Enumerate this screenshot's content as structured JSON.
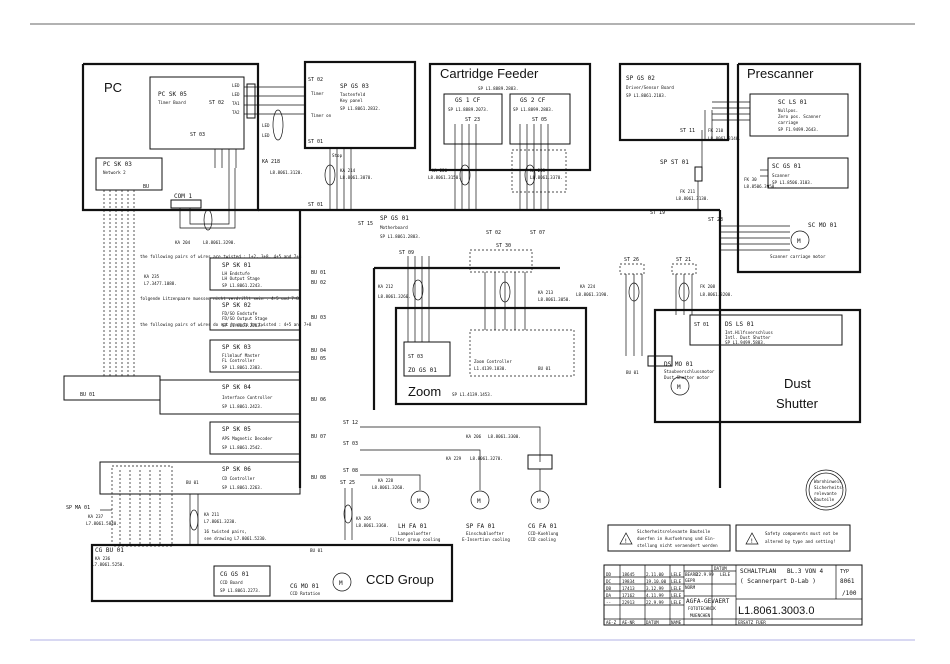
{
  "pc": {
    "title": "PC",
    "sk05_name": "PC SK 05",
    "sk05_desc": "Timer Board",
    "sk03_name": "PC SK 03",
    "sk03_desc": "Network 2",
    "st02": "ST 02",
    "st03": "ST 03",
    "bu": "BU",
    "com1": "COM 1",
    "ka204": "KA 204",
    "ka204_part": "L8.8061.3290.",
    "pins": [
      "LED",
      "LED",
      "TA1",
      "TA2"
    ]
  },
  "sp_gs03": {
    "name": "SP GS 03",
    "st02": "ST 02",
    "desc1": "Tastenfeld",
    "desc2": "Key panel",
    "sp": "SP L1.8061.2832.",
    "timer": "Timer",
    "timer_on": "Timer on",
    "st01": "ST 01",
    "stop": "Stop",
    "ka218": "KA 218",
    "ka218_part": "L8.8061.3120."
  },
  "cartridge": {
    "title": "Cartridge Feeder",
    "sp": "SP L1.8889.2883.",
    "gs1_name": "GS 1 CF",
    "gs1_sp": "SP L1.8889.2073.",
    "gs2_name": "GS 2 CF",
    "gs2_sp": "SP L1.8899.2883.",
    "st23": "ST 23",
    "st05": "ST 05"
  },
  "sp_gs02": {
    "name": "SP GS 02",
    "desc": "Driver/Sensor Board",
    "sp": "SP L1.8061.2103.",
    "st11": "ST 11"
  },
  "prescanner": {
    "title": "Prescanner",
    "sc_ls01": "SC LS 01",
    "ls_desc1": "Nullpos.",
    "ls_desc2": "Zero pos. Scanner",
    "ls_desc3": "carriage",
    "ls_sp": "SP F1.9499.2643.",
    "sc_gs01": "SC GS 01",
    "gs_desc": "Scanner",
    "gs_sp": "SP L1.8506.3103.",
    "sc_mo01": "SC MO 01",
    "mo_desc": "Scanner carriage motor",
    "fk210": "FK 210",
    "fk210_part": "L8.8061.3140.",
    "fk30": "FK 30",
    "fk30_part": "L8.8506.3950."
  },
  "main": {
    "sp_gs01": "SP GS 01",
    "desc": "Motherboard",
    "sp": "SP L1.8061.2803.",
    "st01": "ST 01",
    "st15": "ST 15",
    "st02": "ST 02",
    "st07": "ST 07",
    "st23": "ST 23",
    "st19": "ST 19",
    "ka214": "KA 214",
    "ka214_part": "L8.8061.3070.",
    "ka220": "KA 220",
    "ka220_part": "L8.8061.3150.",
    "ka203": "KA 203",
    "ka203_part": "L8.8061.3370.",
    "sp_st01": "SP ST 01",
    "fk211": "FK 211",
    "fk211_part": "L8.8061.3130."
  },
  "notes": {
    "ka235": "KA 235",
    "ka235_part": "L7.3477.1088.",
    "en1": "the following pairs of wires are twisted : 1+2, 3+8, 4+5 and 7+8",
    "de1": "folgende Litzenpaare muessen nicht verdrillt sein : 4+5 und 7+8",
    "en2": "the following pairs of wires do not have to be twisted : 4+5 and 7+8"
  },
  "sk_boxes": [
    {
      "name": "SP SK 01",
      "d1": "LH Endstufe",
      "d2": "LH Output Stage",
      "sp": "SP L1.8061.2243."
    },
    {
      "name": "SP SK 02",
      "d1": "FD/SO Endstufe",
      "d2": "FD/SO Output Stage",
      "sp": "SP L1.8061.2203."
    },
    {
      "name": "SP SK 03",
      "d1": "Filmlauf Master",
      "d2": "FL Controller",
      "sp": "SP L1.8061.2303."
    },
    {
      "name": "SP SK 04",
      "d1": "Interface Controller",
      "d2": "",
      "sp": "SP L1.8061.2423."
    },
    {
      "name": "SP SK 05",
      "d1": "APS Magnetic Decoder",
      "d2": "",
      "sp": "SP L1.8061.2542."
    },
    {
      "name": "SP SK 06",
      "d1": "CD Controller",
      "d2": "",
      "sp": "SP L1.8061.2263."
    }
  ],
  "bu_labels": [
    "BU 01",
    "BU 02",
    "BU 03",
    "BU 04",
    "BU 05",
    "BU 06",
    "BU 07",
    "BU 08"
  ],
  "bu01_left": "BU 01",
  "zoom": {
    "title": "Zoom",
    "name": "ZO GS 01",
    "st03": "ST 03",
    "ctrl1": "Zoom Controller",
    "ctrl_sp": "L1.4139.1830.",
    "bu01": "BU 01",
    "sp": "SP L1.4139.1453.",
    "st09": "ST 09",
    "st30": "ST 30",
    "ka212": "KA 212",
    "ka212_part": "L8.8061.3260.",
    "ka213": "KA 213",
    "ka213_part": "L8.8061.3050."
  },
  "dust": {
    "title1": "Dust",
    "title2": "Shutter",
    "ds_ls01": "DS LS 01",
    "ls_d1": "Int.Hilfsverschluss",
    "ls_d2": "Intl. Dust Shutter",
    "ls_sp": "SP L1.9499.5883.",
    "st01": "ST 01",
    "ds_mo01": "DS MO 01",
    "mo_d1": "Staubverschlussmotor",
    "mo_d2": "Dust Shutter motor",
    "st26": "ST 26",
    "st21": "ST 21",
    "ka224": "KA 224",
    "ka224_part": "L8.8061.3190.",
    "fk208": "FK 208",
    "fk208_part": "L8.8061.3200.",
    "bu01": "BU 01"
  },
  "fans": {
    "st12": "ST 12",
    "st03": "ST 03",
    "st08": "ST 08",
    "st25": "ST 25",
    "ka206": "KA 206",
    "ka206_part": "L8.8061.3300.",
    "ka229": "KA 229",
    "ka229_part": "L8.8061.3270.",
    "ka228": "KA 228",
    "ka228_part": "L8.8061.3260.",
    "ka205": "KA 205",
    "ka205_part": "L8.8061.3360.",
    "lh": {
      "name": "LH FA 01",
      "d1": "Lampenluefter",
      "d2": "Filter group cooling"
    },
    "sp": {
      "name": "SP FA 01",
      "d1": "Einschubluefter",
      "d2": "E-Insertion cooling"
    },
    "cg": {
      "name": "CG FA 01",
      "d1": "CCD-Kuehlung",
      "d2": "CCD cooling"
    }
  },
  "ccd": {
    "title": "CCD Group",
    "cg_bu01": "CG BU 01",
    "ka236": "KA 236",
    "ka236_part": "L7.8061.5250.",
    "cg_gs01": "CG GS 01",
    "gs_desc": "CCD Board",
    "gs_sp": "SP L1.8061.2273.",
    "cg_mo01": "CG MO 01",
    "mo_desc": "CCD Rotation",
    "sp_ma01": "SP MA 01",
    "ka237": "KA 237",
    "ka237_part": "L7.8061.5840.",
    "ka211": "KA 211",
    "ka211_part": "L7.8061.3230.",
    "twisted": "16 twisted pairs,",
    "see_drawing": "see drawing L7.8061.5230.",
    "bu01a": "BU 01",
    "bu01b": "BU 01"
  },
  "warnings": {
    "de1": "Sicherheitsrelevante Bauteile",
    "de2": "duerfen in Ausfuehrung und Ein-",
    "de3": "stellung nicht veraendert werden",
    "en1": "Safety components must not be",
    "en2": "altered by type and setting!"
  },
  "title_block": {
    "doc": "SCHALTPLAN",
    "sheet": "BL.3 VON 4",
    "subtitle": "( Scannerpart D-Lab )",
    "typ": "TYP",
    "typ_val": "8061",
    "typ_sub": "/100",
    "company": "AGFA-GEVAERT",
    "dept": "FOTOTECHNIK",
    "city": "MUENCHEN",
    "drawing_no": "L1.8061.3003.0",
    "ersatz": "ERSATZ FUER",
    "col_datum": "DATUM",
    "col_name": "NAME",
    "foot_aez": "AE-Z",
    "foot_aenr": "AE-NR",
    "foot_datum": "DATUM",
    "foot_name": "NAME",
    "rows": [
      [
        "DD",
        "18645",
        "2.11.00",
        "LELE"
      ],
      [
        "DC",
        "19834",
        "19.10.00",
        "LELE"
      ],
      [
        "DB",
        "17413",
        "3.12.99",
        "LELE"
      ],
      [
        "DA",
        "17162",
        "4.11.99",
        "LELE"
      ],
      [
        "--",
        "22913",
        "22.9.99",
        "LELE"
      ]
    ],
    "hdr": [
      [
        "BEARB",
        "22.9.99",
        "LELE"
      ],
      [
        "GEPR",
        "",
        ""
      ],
      [
        "NORM",
        "",
        ""
      ]
    ]
  },
  "stamp": {
    "l1": "Warnhinweis",
    "l2": "Sicherheits-",
    "l3": "relevante",
    "l4": "Bauteile"
  }
}
